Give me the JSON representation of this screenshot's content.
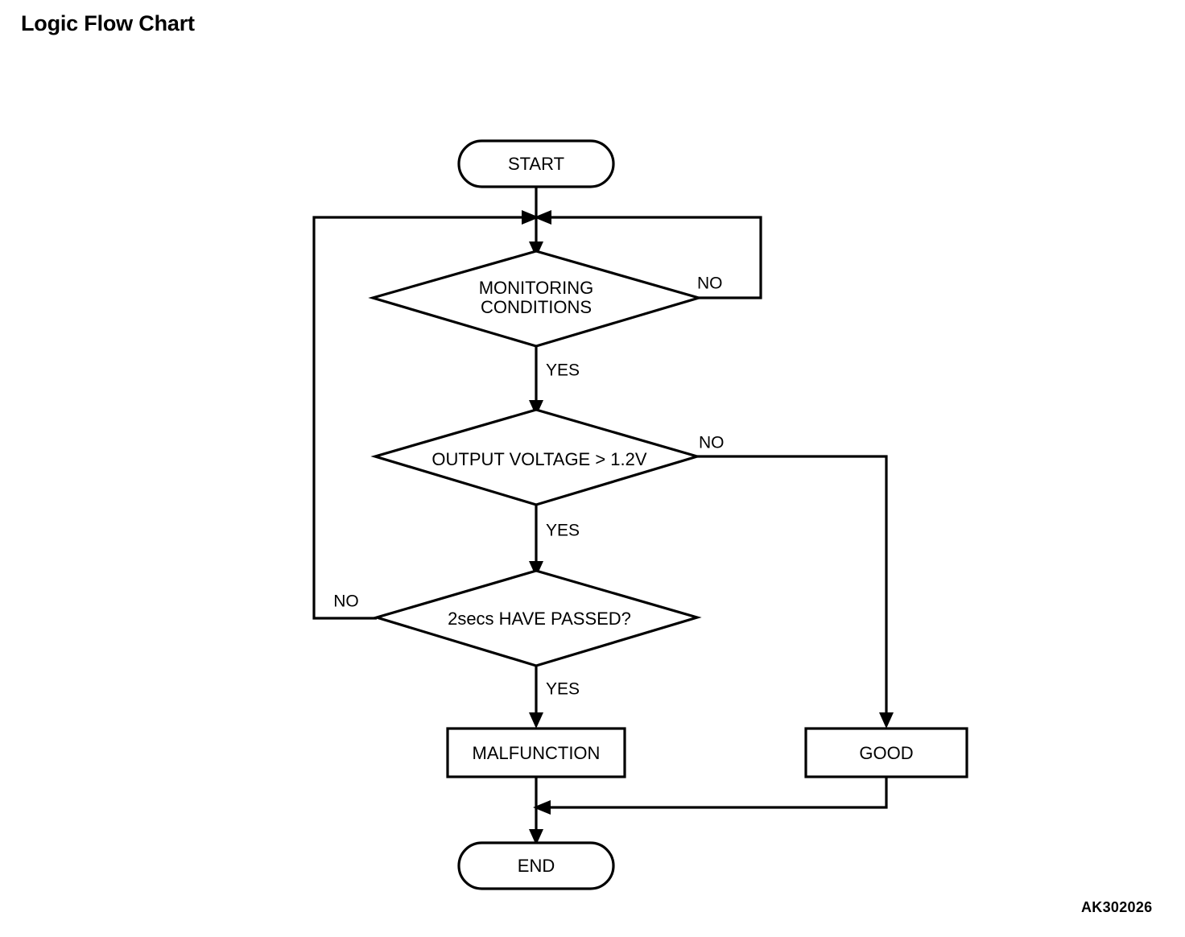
{
  "page": {
    "title": "Logic Flow Chart",
    "reference_code": "AK302026",
    "background_color": "#ffffff",
    "line_color": "#000000"
  },
  "chart_data": {
    "type": "diagram",
    "diagram_kind": "flowchart",
    "title": "Logic Flow Chart",
    "nodes": [
      {
        "id": "start",
        "shape": "stadium",
        "label": "START"
      },
      {
        "id": "monitoring",
        "shape": "diamond",
        "label": "MONITORING CONDITIONS",
        "label_lines": [
          "MONITORING",
          "CONDITIONS"
        ]
      },
      {
        "id": "voltage",
        "shape": "diamond",
        "label": "OUTPUT VOLTAGE > 1.2V",
        "label_lines": [
          "OUTPUT VOLTAGE > 1.2V"
        ]
      },
      {
        "id": "timer",
        "shape": "diamond",
        "label": "2secs HAVE PASSED?",
        "label_lines": [
          "2secs HAVE PASSED?"
        ]
      },
      {
        "id": "malfunction",
        "shape": "rect",
        "label": "MALFUNCTION"
      },
      {
        "id": "good",
        "shape": "rect",
        "label": "GOOD"
      },
      {
        "id": "end",
        "shape": "stadium",
        "label": "END"
      }
    ],
    "edges": [
      {
        "from": "start",
        "to": "monitoring",
        "label": ""
      },
      {
        "from": "monitoring",
        "to": "voltage",
        "label": "YES"
      },
      {
        "from": "monitoring",
        "to": "start-junction",
        "label": "NO"
      },
      {
        "from": "voltage",
        "to": "timer",
        "label": "YES"
      },
      {
        "from": "voltage",
        "to": "good",
        "label": "NO"
      },
      {
        "from": "timer",
        "to": "malfunction",
        "label": "YES"
      },
      {
        "from": "timer",
        "to": "start-junction",
        "label": "NO"
      },
      {
        "from": "malfunction",
        "to": "end",
        "label": ""
      },
      {
        "from": "good",
        "to": "end",
        "label": ""
      }
    ],
    "edge_labels": {
      "monitoring_no": "NO",
      "monitoring_yes": "YES",
      "voltage_no": "NO",
      "voltage_yes": "YES",
      "timer_no": "NO",
      "timer_yes": "YES"
    }
  }
}
